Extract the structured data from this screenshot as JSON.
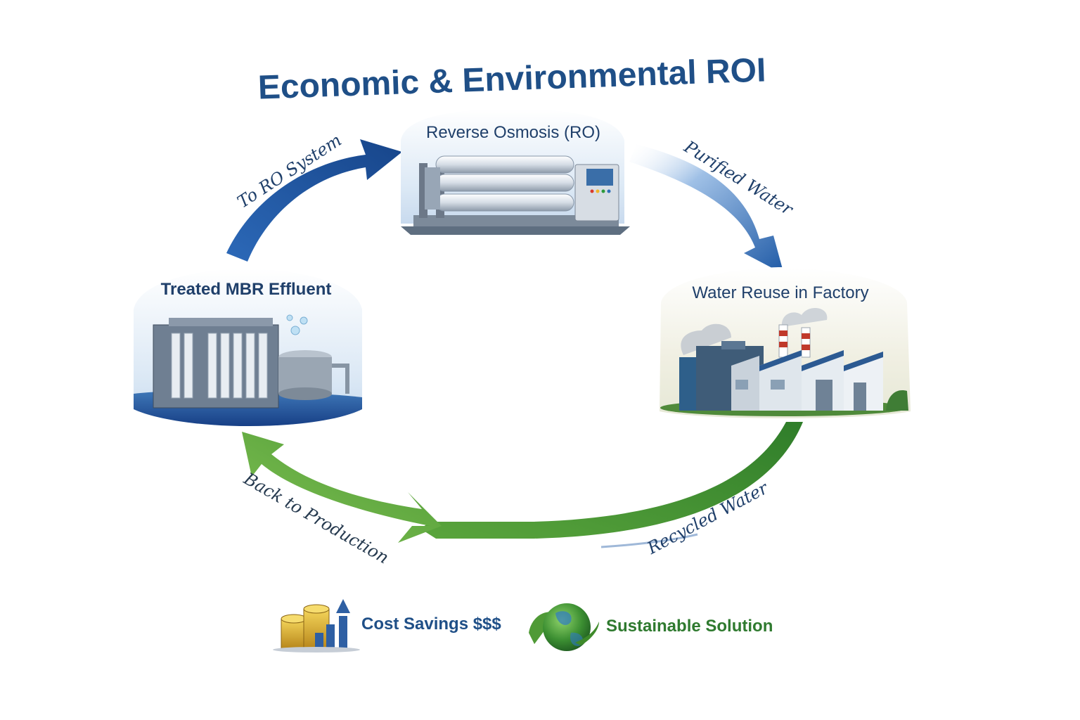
{
  "title": "Economic & Environmental ROI",
  "nodes": {
    "ro": "Reverse Osmosis (RO)",
    "mbr": "Treated MBR Effluent",
    "factory": "Water Reuse in Factory"
  },
  "arrows": {
    "to_ro": "To RO System",
    "purified": "Purified Water",
    "back": "Back to Production",
    "recycled": "Recycled Water"
  },
  "legend": {
    "cost": "Cost Savings $$$",
    "sustainable": "Sustainable Solution"
  },
  "colors": {
    "title": "#1f4f87",
    "blue_arrow": "#1f5aa6",
    "green_arrow": "#4a9a35",
    "cost_text": "#1f4f87",
    "money_green": "#2f8a2f"
  },
  "icons": [
    "ro-system-icon",
    "mbr-plant-icon",
    "factory-icon",
    "coins-growth-icon",
    "globe-leaf-icon"
  ]
}
